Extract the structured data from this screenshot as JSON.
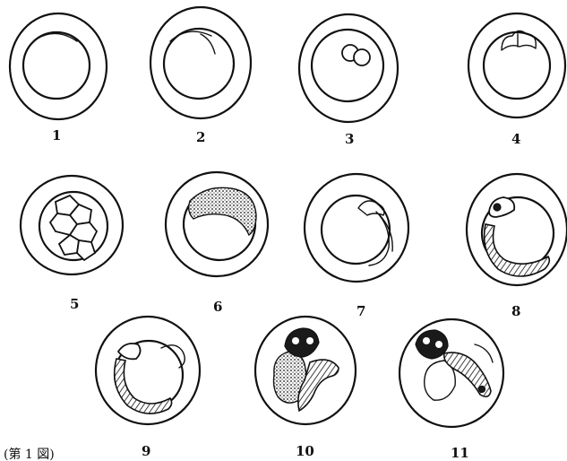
{
  "figure": {
    "caption": "(第 1 図)",
    "stages": [
      {
        "label": "1"
      },
      {
        "label": "2"
      },
      {
        "label": "3"
      },
      {
        "label": "4"
      },
      {
        "label": "5"
      },
      {
        "label": "6"
      },
      {
        "label": "7"
      },
      {
        "label": "8"
      },
      {
        "label": "9"
      },
      {
        "label": "10"
      },
      {
        "label": "11"
      }
    ]
  }
}
